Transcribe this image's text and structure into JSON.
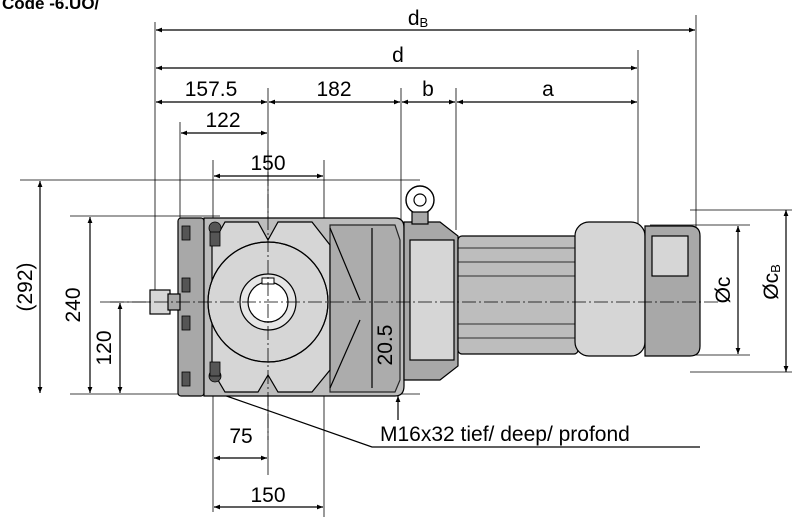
{
  "header": {
    "code_label": "Code -6.UO/"
  },
  "dimensions": {
    "top": {
      "dB": "d",
      "dB_sub": "B",
      "d": "d",
      "d157": "157.5",
      "d182": "182",
      "b": "b",
      "a": "a",
      "d122": "122",
      "d150_top": "150"
    },
    "left": {
      "d292": "(292)",
      "d240": "240",
      "d120": "120"
    },
    "right": {
      "c": "Øc",
      "cB": "Øc",
      "cB_sub": "B"
    },
    "bottom": {
      "d20_5": "20.5",
      "d75": "75",
      "d150_bottom": "150",
      "thread": "M16x32 tief/ deep/ profond"
    }
  }
}
